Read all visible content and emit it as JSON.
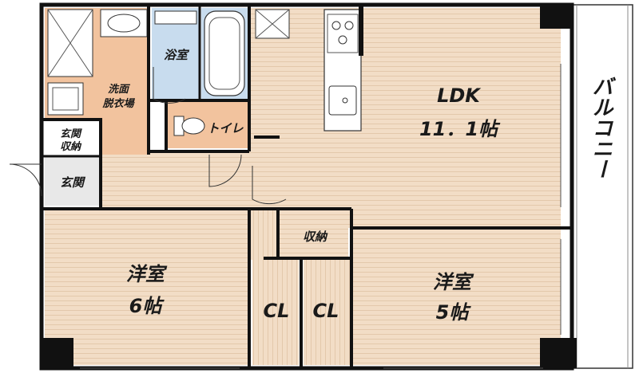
{
  "rooms": {
    "ldk": {
      "name": "LDK",
      "size": "11．1帖"
    },
    "western_6": {
      "name": "洋室",
      "size": "6帖"
    },
    "western_5": {
      "name": "洋室",
      "size": "5帖"
    },
    "bath": {
      "name": "浴室"
    },
    "washroom": {
      "line1": "洗面",
      "line2": "脱衣場"
    },
    "toilet": {
      "name": "トイレ"
    },
    "entrance_storage": {
      "line1": "玄関",
      "line2": "収納"
    },
    "entrance": {
      "name": "玄関"
    },
    "storage": {
      "name": "収納"
    },
    "closet_left": {
      "name": "CL"
    },
    "closet_right": {
      "name": "CL"
    },
    "balcony": {
      "name": "バルコニー"
    }
  },
  "colors": {
    "floor_wood": "#f2ddc6",
    "wet_area": "#f2c39e",
    "bath": "#c8dcee",
    "wall": "#111111",
    "exterior_wall": "#222222"
  }
}
